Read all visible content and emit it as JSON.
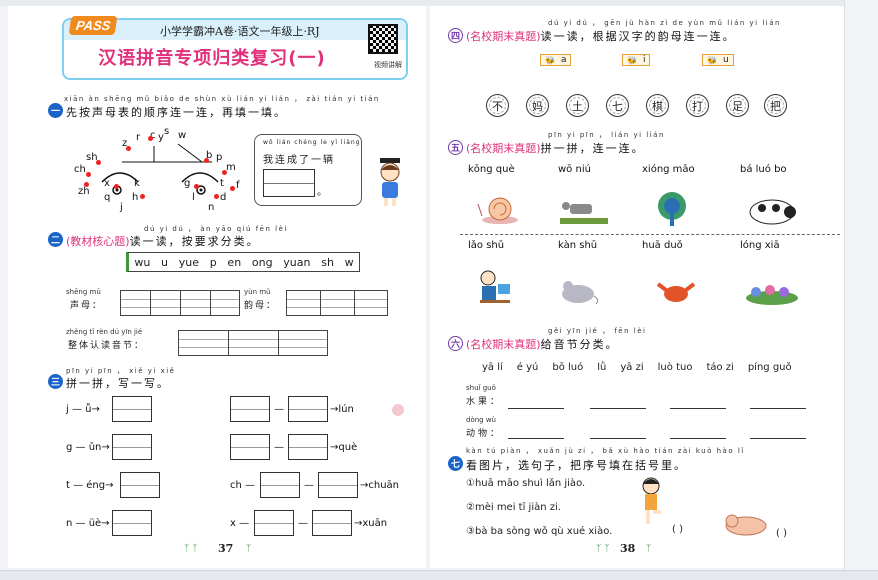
{
  "header": {
    "logo": "PASS",
    "book": "小学学霸冲A卷·语文一年级上·RJ",
    "title": "汉语拼音专项归类复习(一)",
    "qr_label": "视频讲解"
  },
  "part1": {
    "num": "一",
    "pinyin": "xiān àn shēng mǔ biǎo de shùn xù lián yi lián ， zài tián yi tián",
    "text": "先按声母表的顺序连一连，再填一填。",
    "letters_top": [
      "c",
      "s",
      "y",
      "w",
      "z",
      "r",
      "sh",
      "ch",
      "zh",
      "b",
      "p",
      "m",
      "f"
    ],
    "letters_bottom": [
      "x",
      "k",
      "q",
      "h",
      "j",
      "g",
      "t",
      "d",
      "l",
      "n"
    ],
    "bubble_pinyin": "wǒ lián chéng le yī liàng",
    "bubble_text": "我连成了一辆",
    "bubble_end": "。"
  },
  "part2": {
    "num": "二",
    "tag": "(教材核心题)",
    "pinyin": "dú yi dú ， àn yāo qiú fēn lèi",
    "text": "读一读，按要求分类。",
    "syllables": [
      "wu",
      "u",
      "yue",
      "p",
      "en",
      "ong",
      "yuan",
      "sh",
      "w"
    ],
    "shengmu_py": "shēng mǔ",
    "shengmu": "声母：",
    "yunmu_py": "yùn mǔ",
    "yunmu": "韵母：",
    "zhengti_py": "zhěng tǐ rèn dú yīn jié",
    "zhengti": "整体认读音节："
  },
  "part3": {
    "num": "三",
    "pinyin": "pīn yi pīn ， xiě yi xiě",
    "text": "拼一拼，写一写。",
    "left_rows": [
      "j — ǚ→",
      "g — ǔn→",
      "t — éng→",
      "n — üè→"
    ],
    "right_rows": [
      {
        "prefix": "",
        "result": "→lún"
      },
      {
        "prefix": "",
        "result": "→què"
      },
      {
        "prefix": "ch —",
        "result": "→chuān"
      },
      {
        "prefix": "x —",
        "result": "→xuān"
      }
    ],
    "page_number": "37"
  },
  "part4": {
    "num": "四",
    "tag": "(名校期末真题)",
    "pinyin": "dú yi dú ， gēn jù hàn zì de yùn mǔ lián yi lián",
    "text": "读一读，根据汉字的韵母连一连。",
    "finals": [
      "a",
      "i",
      "u"
    ],
    "chars": [
      "不",
      "妈",
      "土",
      "七",
      "棋",
      "打",
      "足",
      "把"
    ]
  },
  "part5": {
    "num": "五",
    "tag": "(名校期末真题)",
    "pinyin": "pīn yi pīn ， lián yi lián",
    "text": "拼一拼，连一连。",
    "top_words": [
      "kōng què",
      "wō niú",
      "xióng māo",
      "bá luó bo"
    ],
    "bottom_words": [
      "lǎo shǔ",
      "kàn shū",
      "huā duǒ",
      "lóng xiā"
    ]
  },
  "part6": {
    "num": "六",
    "tag": "(名校期末真题)",
    "pinyin": "gěi yīn jié ， fēn lèi",
    "text": "给音节分类。",
    "syllables": [
      "yā lí",
      "é yú",
      "bō luó",
      "lǜ",
      "yā zi",
      "luò tuo",
      "táo zi",
      "píng guǒ"
    ],
    "cat1_py": "shuǐ guǒ",
    "cat1": "水果：",
    "cat2_py": "dòng wù",
    "cat2": "动物："
  },
  "part7": {
    "num": "七",
    "pinyin": "kàn tú piàn ， xuǎn jù zi ， bǎ xù hào tián zài kuò hào lǐ",
    "text": "看图片，选句子，把序号填在括号里。",
    "sentences": [
      "①huā māo shuì lǎn jiào.",
      "②mèi mei tī jiàn zi.",
      "③bà ba sòng wǒ qù xué xiào."
    ],
    "paren": "(        )",
    "page_number": "38"
  }
}
